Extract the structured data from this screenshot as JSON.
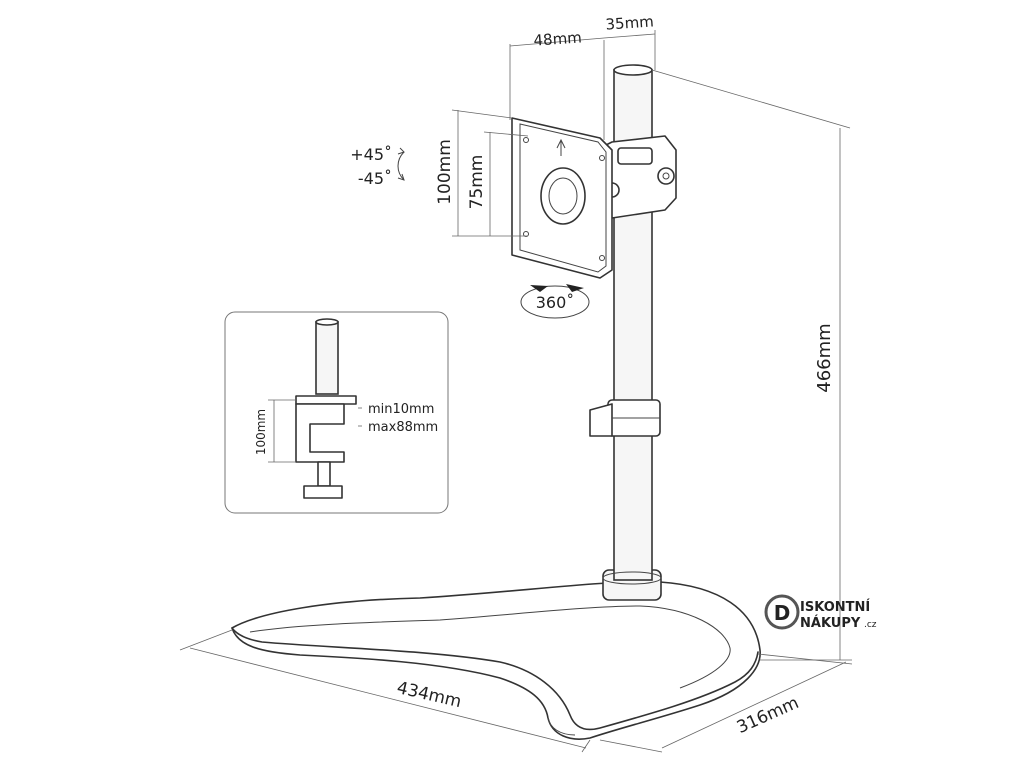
{
  "dimensions": {
    "arm_width": "48mm",
    "pole_diameter": "35mm",
    "vesa_outer": "100mm",
    "vesa_inner": "75mm",
    "tilt_up": "+45˚",
    "tilt_down": "-45˚",
    "rotation": "360˚",
    "height": "466mm",
    "base_width": "434mm",
    "base_depth": "316mm"
  },
  "clamp_inset": {
    "height": "100mm",
    "min_thickness": "min10mm",
    "max_thickness": "max88mm"
  },
  "brand": {
    "line1": "ISKONTNÍ",
    "line2": "NÁKUPY",
    "suffix": ".cz",
    "mark_letter": "D",
    "color": "#555555"
  }
}
